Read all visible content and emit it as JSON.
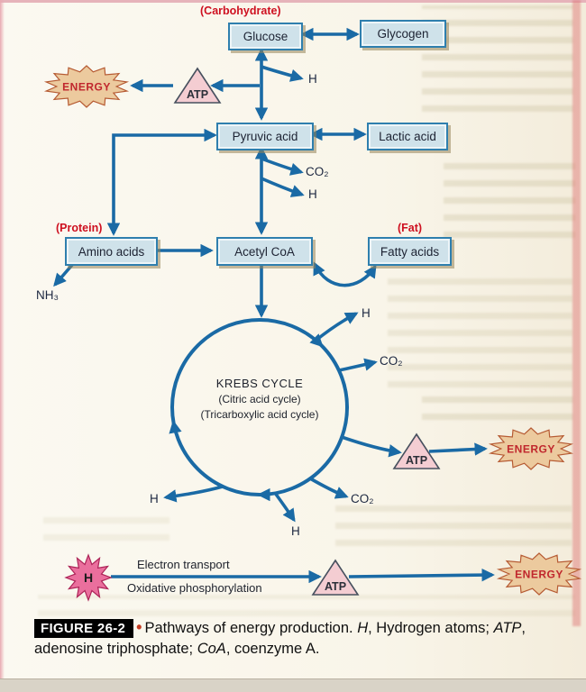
{
  "diagram": {
    "category_labels": {
      "carbohydrate": "(Carbohydrate)",
      "protein": "(Protein)",
      "fat": "(Fat)"
    },
    "nodes": {
      "glucose": "Glucose",
      "glycogen": "Glycogen",
      "pyruvic_acid": "Pyruvic acid",
      "lactic_acid": "Lactic acid",
      "amino_acids": "Amino acids",
      "acetyl_coa": "Acetyl CoA",
      "fatty_acids": "Fatty acids"
    },
    "krebs_cycle": {
      "title": "KREBS CYCLE",
      "subtitle1": "(Citric acid cycle)",
      "subtitle2": "(Tricarboxylic acid cycle)"
    },
    "molecules": {
      "h": "H",
      "co2": "CO₂",
      "nh3": "NH₃"
    },
    "atp_label": "ATP",
    "energy_label": "ENERGY",
    "electron_transport": {
      "line1": "Electron transport",
      "line2": "Oxidative phosphorylation"
    }
  },
  "caption": {
    "figure_label": "FIGURE 26-2",
    "bullet": "•",
    "parts": [
      "Pathways of energy production. ",
      "H",
      ", Hydrogen atoms; ",
      "ATP",
      ", adenosine triphosphate; ",
      "CoA",
      ", coenzyme A."
    ]
  },
  "colors": {
    "arrow_blue": "#1a6aa5",
    "box_fill": "#cfe2ea",
    "box_border": "#2f7fae",
    "red_label": "#ce1020",
    "energy_text": "#c0272d",
    "energy_star_fill": "#ecca9e",
    "atp_triangle_fill": "#f4cdd2",
    "h_star_fill": "#ea6f9d"
  }
}
